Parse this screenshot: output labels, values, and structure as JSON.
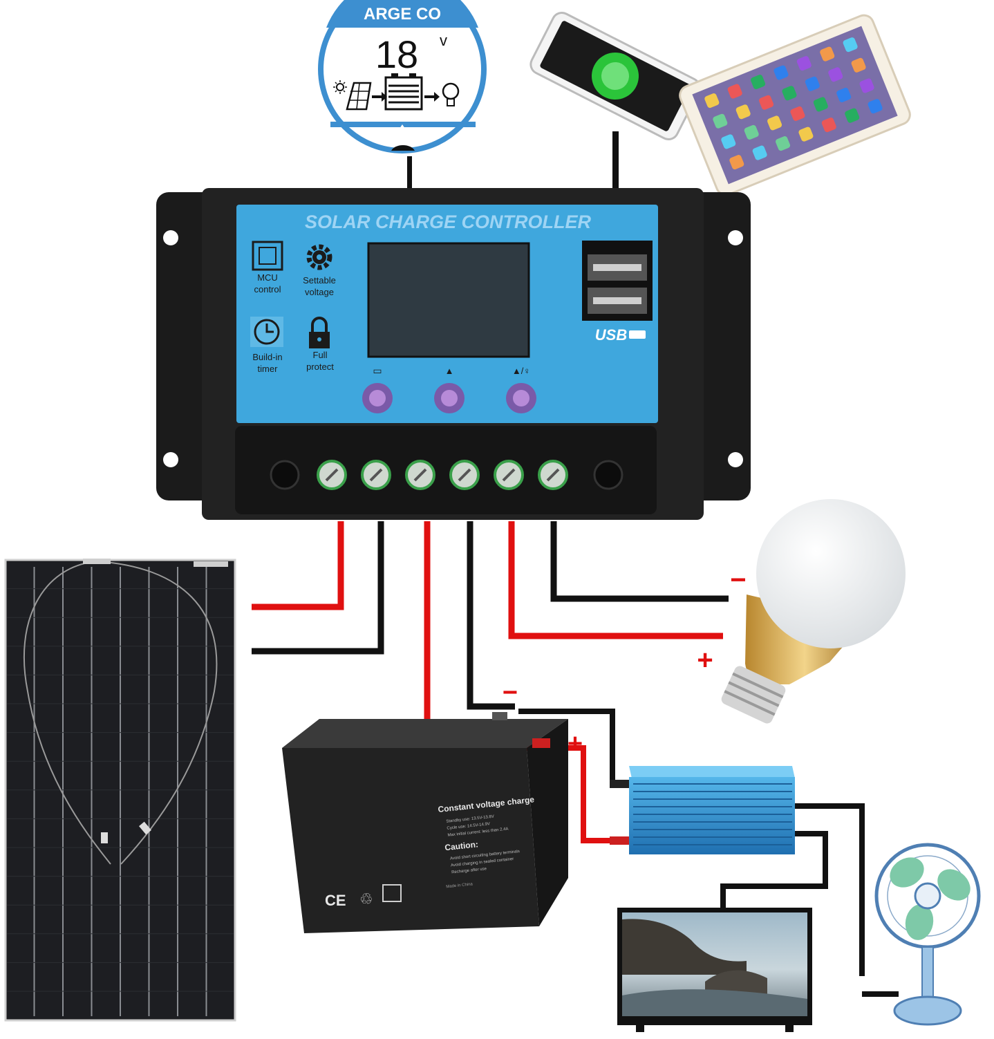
{
  "colors": {
    "wire_positive": "#e01010",
    "wire_negative": "#111111",
    "controller_panel": "#3fa7dd",
    "controller_body": "#1b1b1b",
    "inverter": "#2f93d6",
    "battery": "#222222"
  },
  "zoom_display": {
    "header_text": "ARGE CO",
    "voltage_value": "18",
    "voltage_unit": "v",
    "icons": [
      "sun-icon",
      "solar-panel-icon",
      "battery-icon",
      "bulb-icon"
    ]
  },
  "controller": {
    "title": "SOLAR CHARGE CONTROLLER",
    "features": [
      {
        "icon": "chip-icon",
        "label_line1": "MCU",
        "label_line2": "control"
      },
      {
        "icon": "gear-icon",
        "label_line1": "Settable",
        "label_line2": "voltage"
      },
      {
        "icon": "clock-icon",
        "label_line1": "Build-in",
        "label_line2": "timer"
      },
      {
        "icon": "lock-icon",
        "label_line1": "Full",
        "label_line2": "protect"
      }
    ],
    "usb_label": "USB",
    "buttons": [
      {
        "icon": "battery-small-icon",
        "symbol": "▭"
      },
      {
        "icon": "warning-icon",
        "symbol": "▲"
      },
      {
        "icon": "warning-bulb-icon",
        "symbol": "▲/♀"
      }
    ],
    "terminal_count": 6
  },
  "load": {
    "minus_sign": "−",
    "plus_sign": "+"
  },
  "battery": {
    "minus_sign": "−",
    "plus_sign": "+",
    "label_title": "Constant voltage charge",
    "label_line1": "Standby use: 13.5V-13.8V",
    "label_line2": "Cycle use: 14.5V-14.9V",
    "label_line3": "Max initial current: less than 2.4A",
    "caution_title": "Caution:",
    "caution_line1": "Avoid short circuiting battery terminals",
    "caution_line2": "Avoid charging in sealed container",
    "caution_line3": "Recharge after use",
    "footer_line": "Made in China",
    "ce_mark": "CE",
    "recycle_mark": "♲"
  },
  "devices": {
    "phone_icon": "phone-icon",
    "tablet_icon": "tablet-icon",
    "bulb_icon": "bulb-icon",
    "inverter_icon": "inverter-icon",
    "fan_icon": "fan-icon",
    "tv_icon": "tv-icon",
    "solar_panel_icon": "solar-panel-icon"
  }
}
